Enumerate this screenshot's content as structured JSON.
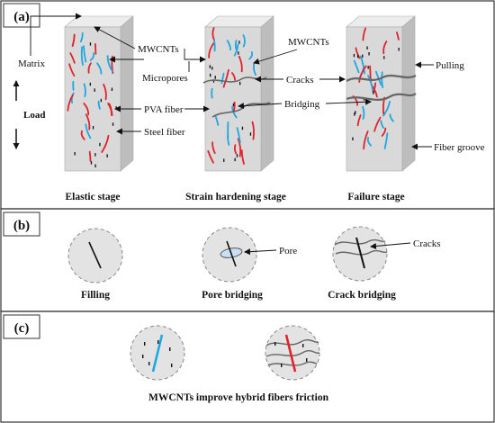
{
  "panels": {
    "a": {
      "tag": "(a)",
      "stages": [
        "Elastic stage",
        "Strain hardening stage",
        "Failure stage"
      ],
      "labels": {
        "matrix": "Matrix",
        "load": "Load",
        "mwcnts_left": "MWCNTs",
        "mwcnts_right": "MWCNTs",
        "micropores": "Micropores",
        "pva_fiber": "PVA fiber",
        "steel_fiber": "Steel fiber",
        "cracks": "Cracks",
        "bridging": "Bridging",
        "pulling": "Pulling",
        "fiber_groove": "Fiber groove"
      }
    },
    "b": {
      "tag": "(b)",
      "captions": [
        "Filling",
        "Pore bridging",
        "Crack bridging"
      ],
      "labels": {
        "pore": "Pore",
        "cracks": "Cracks"
      }
    },
    "c": {
      "tag": "(c)",
      "caption": "MWCNTs improve hybrid fibers friction"
    }
  },
  "colors": {
    "border": "#333333",
    "block_front": "#d9d9d9",
    "block_side": "#bdbdbd",
    "block_top": "#ececec",
    "pva_fiber": "#e0232a",
    "steel_fiber": "#1ea7e0",
    "crack": "#666666",
    "circle_fill": "#e3e3e3"
  }
}
